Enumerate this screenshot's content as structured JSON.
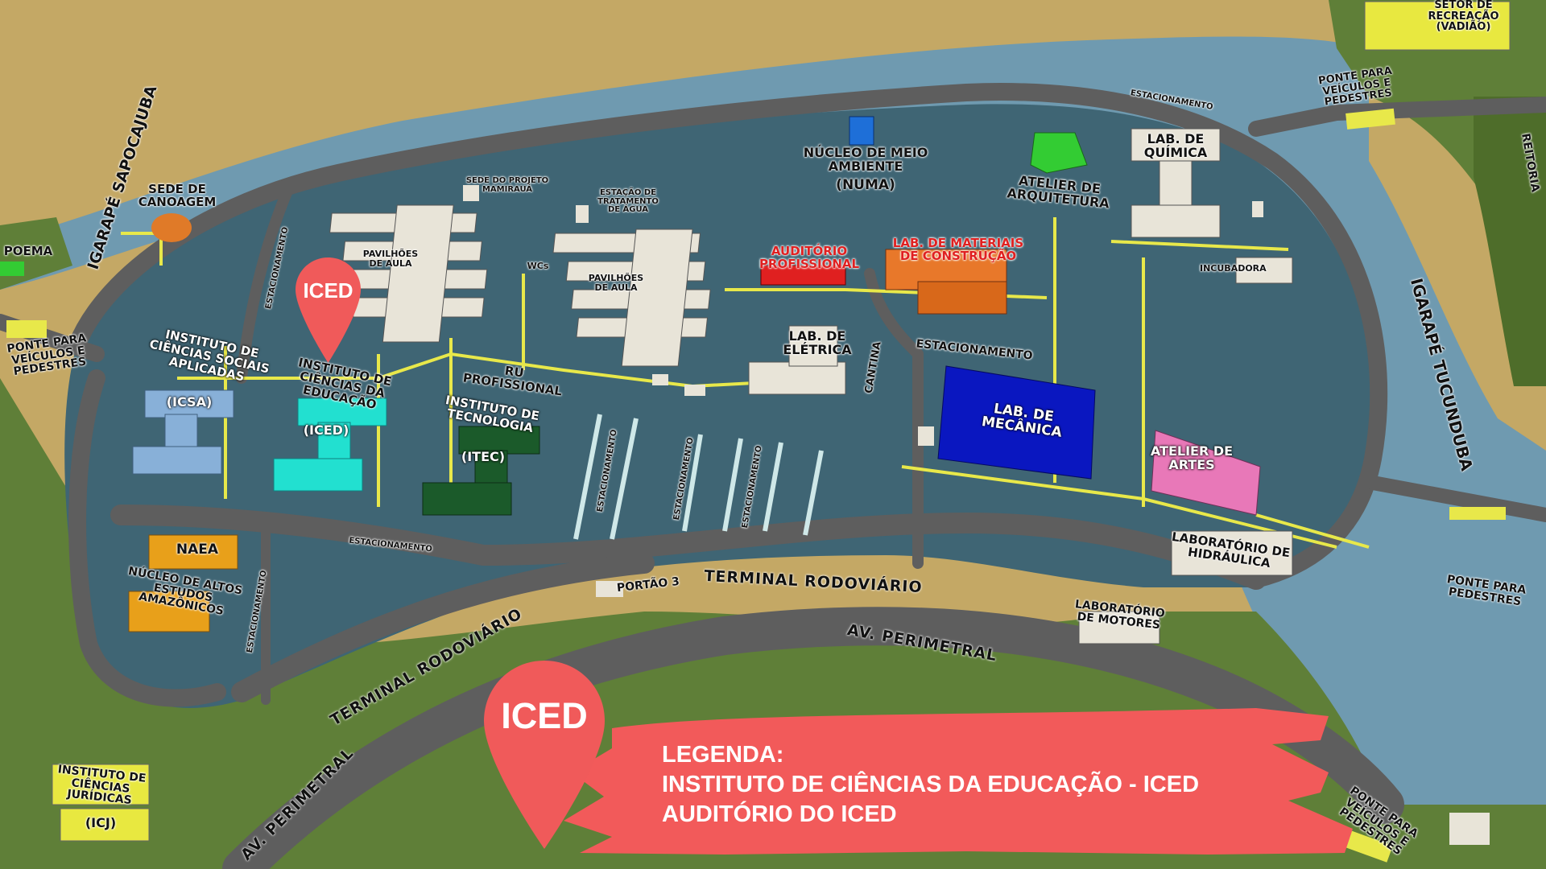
{
  "map": {
    "legend": {
      "title": "LEGENDA:",
      "line1": "INSTITUTO DE CIÊNCIAS DA EDUCAÇÃO - ICED",
      "line2": "AUDITÓRIO DO ICED"
    },
    "pins": {
      "main": "ICED",
      "legend": "ICED"
    },
    "colors": {
      "sand": "#c4a865",
      "water": "#6f9ab0",
      "grass": "#5f7f38",
      "campus_ground": "#3f6574",
      "road": "#5e5e5e",
      "paths": "#e8e84a",
      "pin": "#f05a5a",
      "legend_brush": "#f25a5a"
    },
    "places": {
      "sapocajuba": "IGARAPÉ SAPOCAJUBA",
      "canoagem": "SEDE DE CANOAGEM",
      "poema": "POEMA",
      "ponte_left": "PONTE PARA VEÍCULOS E PEDESTRES",
      "mamiraua": "SEDE DO PROJETO MAMIRAUÁ",
      "estacao_agua": "ESTAÇÃO DE TRATAMENTO DE ÁGUA",
      "numa": "NÚCLEO DE MEIO AMBIENTE",
      "numa_abbr": "(NUMA)",
      "estacionamento": "ESTACIONAMENTO",
      "lab_quimica": "LAB. DE QUÍMICA",
      "atelier_arquitetura": "ATELIER DE ARQUITETURA",
      "setor_recreacao": "SETOR DE RECREAÇÃO (VADIÃO)",
      "ponte_top_right": "PONTE PARA VEÍCULOS E PEDESTRES",
      "reitoria": "REITORIA",
      "pavilhoes_1": "PAVILHÕES DE AULA",
      "pavilhoes_2": "PAVILHÕES DE AULA",
      "wcs": "WCs",
      "auditorio_profissional": "AUDITÓRIO PROFISSIONAL",
      "lab_materiais": "LAB. DE MATERIAIS DE CONSTRUÇÃO",
      "incubadora": "INCUBADORA",
      "igarape_tucunduba": "IGARAPÉ TUCUNDUBA",
      "icsa": "INSTITUTO DE CIÊNCIAS SOCIAIS APLICADAS",
      "icsa_abbr": "(ICSA)",
      "iced": "INSTITUTO DE CIÊNCIAS DA EDUCAÇÃO",
      "iced_abbr": "(ICED)",
      "ru": "RU PROFISSIONAL",
      "itec": "INSTITUTO DE TECNOLOGIA",
      "itec_abbr": "(ITEC)",
      "lab_eletrica": "LAB. DE ELÉTRICA",
      "cantina": "CANTINA",
      "lab_mecanica": "LAB. DE MECÂNICA",
      "atelier_artes": "ATELIER DE ARTES",
      "naea": "NAEA",
      "naea_full": "NÚCLEO DE ALTOS ESTUDOS AMAZÔNICOS",
      "portao": "PORTÃO 3",
      "terminal_1": "TERMINAL RODOVIÁRIO",
      "terminal_2": "TERMINAL RODOVIÁRIO",
      "lab_hidraulica": "LABORATÓRIO DE HIDRÁULICA",
      "lab_motores": "LABORATÓRIO DE MOTORES",
      "ponte_pedestres": "PONTE PARA PEDESTRES",
      "av_perimetral_1": "AV. PERIMETRAL",
      "av_perimetral_2": "AV. PERIMETRAL",
      "icj": "INSTITUTO DE CIÊNCIAS JURÍDICAS",
      "icj_abbr": "(ICJ)",
      "ponte_bottom_right": "PONTE PARA VEÍCULOS E PEDESTRES"
    }
  }
}
